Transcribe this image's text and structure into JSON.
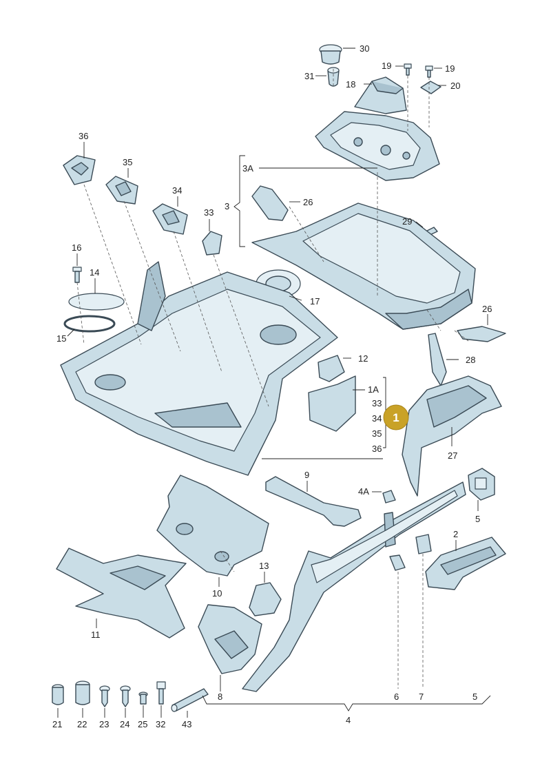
{
  "colors": {
    "part_fill": "#c9dde6",
    "part_shadow": "#a9c2cf",
    "outline": "#3a4a55",
    "badge": "#c9a227"
  },
  "labels": {
    "p1": "1",
    "p1a": "1A",
    "p2": "2",
    "p3": "3",
    "p3a": "3A",
    "p4": "4",
    "p4a": "4A",
    "p5a": "5",
    "p5b": "5",
    "p6": "6",
    "p7": "7",
    "p8": "8",
    "p9": "9",
    "p10": "10",
    "p11": "11",
    "p12": "12",
    "p13": "13",
    "p14": "14",
    "p15": "15",
    "p16": "16",
    "p17": "17",
    "p18": "18",
    "p19a": "19",
    "p19b": "19",
    "p20": "20",
    "p21": "21",
    "p22": "22",
    "p23": "23",
    "p24": "24",
    "p25": "25",
    "p26a": "26",
    "p26b": "26",
    "p27": "27",
    "p28": "28",
    "p29": "29",
    "p30": "30",
    "p31": "31",
    "p32": "32",
    "p33a": "33",
    "p33b": "33",
    "p34a": "34",
    "p34b": "34",
    "p35a": "35",
    "p35b": "35",
    "p36a": "36",
    "p36b": "36",
    "p43": "43"
  },
  "badge": {
    "text": "1"
  }
}
